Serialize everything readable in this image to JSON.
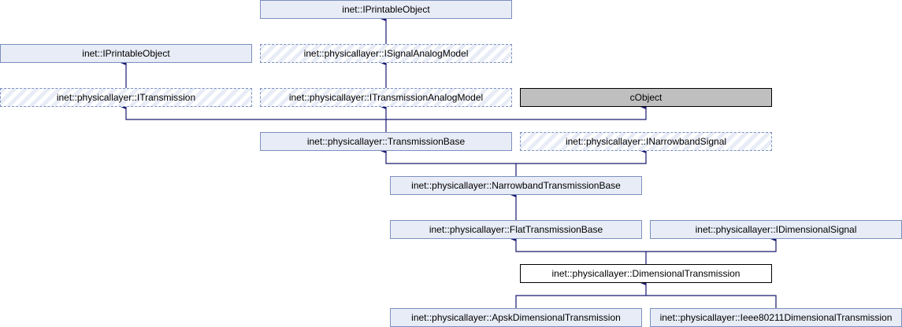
{
  "diagram": {
    "type": "class-inheritance-graph",
    "nodes": [
      {
        "id": "iprintable_a",
        "label": "inet::IPrintableObject",
        "kind": "normal"
      },
      {
        "id": "iprintable_b",
        "label": "inet::IPrintableObject",
        "kind": "normal"
      },
      {
        "id": "isignalanalog",
        "label": "inet::physicallayer::ISignalAnalogModel",
        "kind": "interface"
      },
      {
        "id": "itransmission",
        "label": "inet::physicallayer::ITransmission",
        "kind": "interface"
      },
      {
        "id": "itransanalog",
        "label": "inet::physicallayer::ITransmissionAnalogModel",
        "kind": "interface"
      },
      {
        "id": "cobject",
        "label": "cObject",
        "kind": "external"
      },
      {
        "id": "transbase",
        "label": "inet::physicallayer::TransmissionBase",
        "kind": "normal"
      },
      {
        "id": "inarrowband",
        "label": "inet::physicallayer::INarrowbandSignal",
        "kind": "interface"
      },
      {
        "id": "narrowbase",
        "label": "inet::physicallayer::NarrowbandTransmissionBase",
        "kind": "normal"
      },
      {
        "id": "flatbase",
        "label": "inet::physicallayer::FlatTransmissionBase",
        "kind": "normal"
      },
      {
        "id": "idimsignal",
        "label": "inet::physicallayer::IDimensionalSignal",
        "kind": "normal"
      },
      {
        "id": "dimtrans",
        "label": "inet::physicallayer::DimensionalTransmission",
        "kind": "current"
      },
      {
        "id": "apskdim",
        "label": "inet::physicallayer::ApskDimensionalTransmission",
        "kind": "normal"
      },
      {
        "id": "ieeedim",
        "label": "inet::physicallayer::Ieee80211DimensionalTransmission",
        "kind": "normal"
      }
    ],
    "edges": [
      {
        "from": "isignalanalog",
        "to": "iprintable_a"
      },
      {
        "from": "itransanalog",
        "to": "isignalanalog"
      },
      {
        "from": "itransmission",
        "to": "iprintable_b"
      },
      {
        "from": "transbase",
        "to": "itransmission"
      },
      {
        "from": "transbase",
        "to": "itransanalog"
      },
      {
        "from": "transbase",
        "to": "cobject"
      },
      {
        "from": "narrowbase",
        "to": "transbase"
      },
      {
        "from": "narrowbase",
        "to": "inarrowband"
      },
      {
        "from": "flatbase",
        "to": "narrowbase"
      },
      {
        "from": "dimtrans",
        "to": "flatbase"
      },
      {
        "from": "dimtrans",
        "to": "idimsignal"
      },
      {
        "from": "apskdim",
        "to": "dimtrans"
      },
      {
        "from": "ieeedim",
        "to": "dimtrans"
      }
    ],
    "colors": {
      "node_fill": "#e8ecf6",
      "node_border": "#7b8fbf",
      "external_fill": "#bfbfbf",
      "edge": "#191970"
    }
  }
}
